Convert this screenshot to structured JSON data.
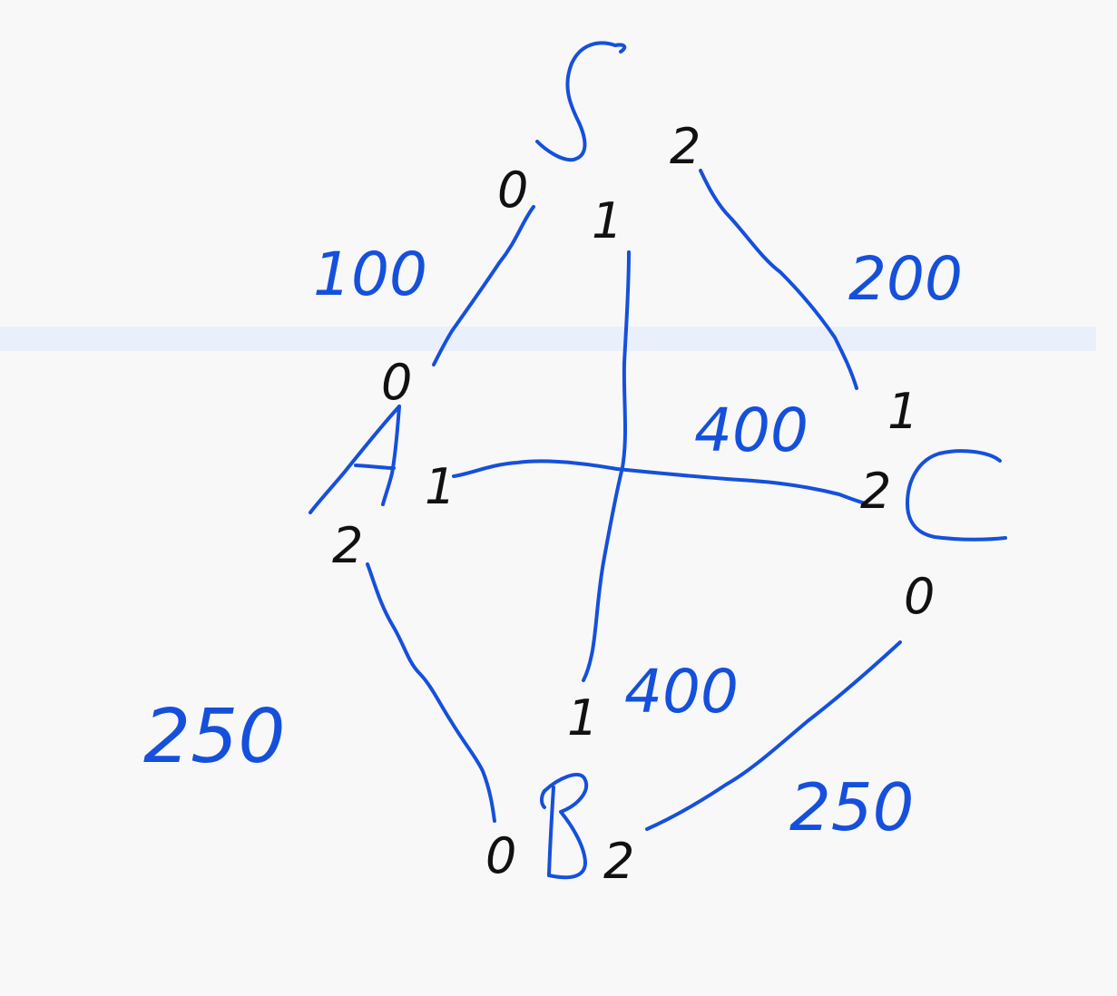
{
  "colors": {
    "ink_blue": "#1550dc",
    "ink_black": "#111111",
    "paper": "#f8f8f8",
    "band": "#e9f0fb"
  },
  "nodes": [
    {
      "id": "S",
      "label": "S"
    },
    {
      "id": "A",
      "label": "A"
    },
    {
      "id": "B",
      "label": "B"
    },
    {
      "id": "C",
      "label": "C"
    }
  ],
  "ports": {
    "S": [
      "0",
      "1",
      "2"
    ],
    "A": [
      "2",
      "1",
      "0"
    ],
    "B": [
      "0",
      "2",
      "1"
    ],
    "C": [
      "2",
      "0",
      "1"
    ]
  },
  "edges": [
    {
      "from": "S",
      "from_port": "0",
      "to": "A",
      "to_port": "2",
      "weight": "100"
    },
    {
      "from": "S",
      "from_port": "2",
      "to": "C",
      "to_port": "2",
      "weight": "200"
    },
    {
      "from": "S",
      "from_port": "1",
      "to": "B",
      "to_port": "2",
      "weight": "400"
    },
    {
      "from": "A",
      "from_port": "1",
      "to": "C",
      "to_port": "0",
      "weight": "400"
    },
    {
      "from": "A",
      "from_port": "0",
      "to": "B",
      "to_port": "0",
      "weight": "250"
    },
    {
      "from": "B",
      "from_port": "1",
      "to": "C",
      "to_port": "1",
      "weight": "250"
    }
  ]
}
